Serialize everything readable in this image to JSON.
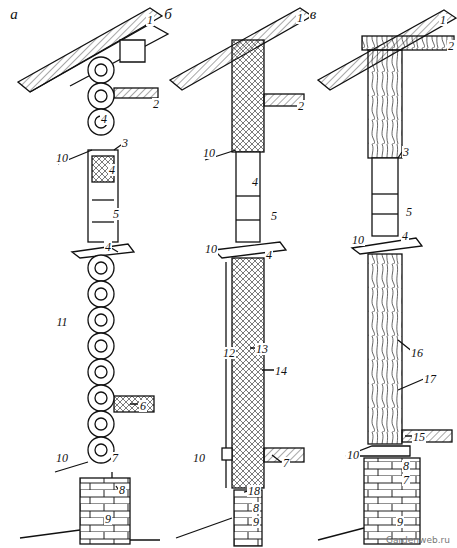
{
  "diagram": {
    "labels": [
      "а",
      "1",
      "2",
      "4",
      "3",
      "10",
      "4",
      "5",
      "4",
      "11",
      "6",
      "7",
      "10",
      "8",
      "9",
      "б",
      "1",
      "2",
      "10",
      "4",
      "5",
      "10",
      "4",
      "12",
      "13",
      "14",
      "10",
      "7",
      "18",
      "8",
      "9",
      "в",
      "1",
      "2",
      "3",
      "5",
      "10",
      "4",
      "16",
      "17",
      "15",
      "10",
      "8",
      "7",
      "9",
      "Gardenweb.ru"
    ]
  }
}
